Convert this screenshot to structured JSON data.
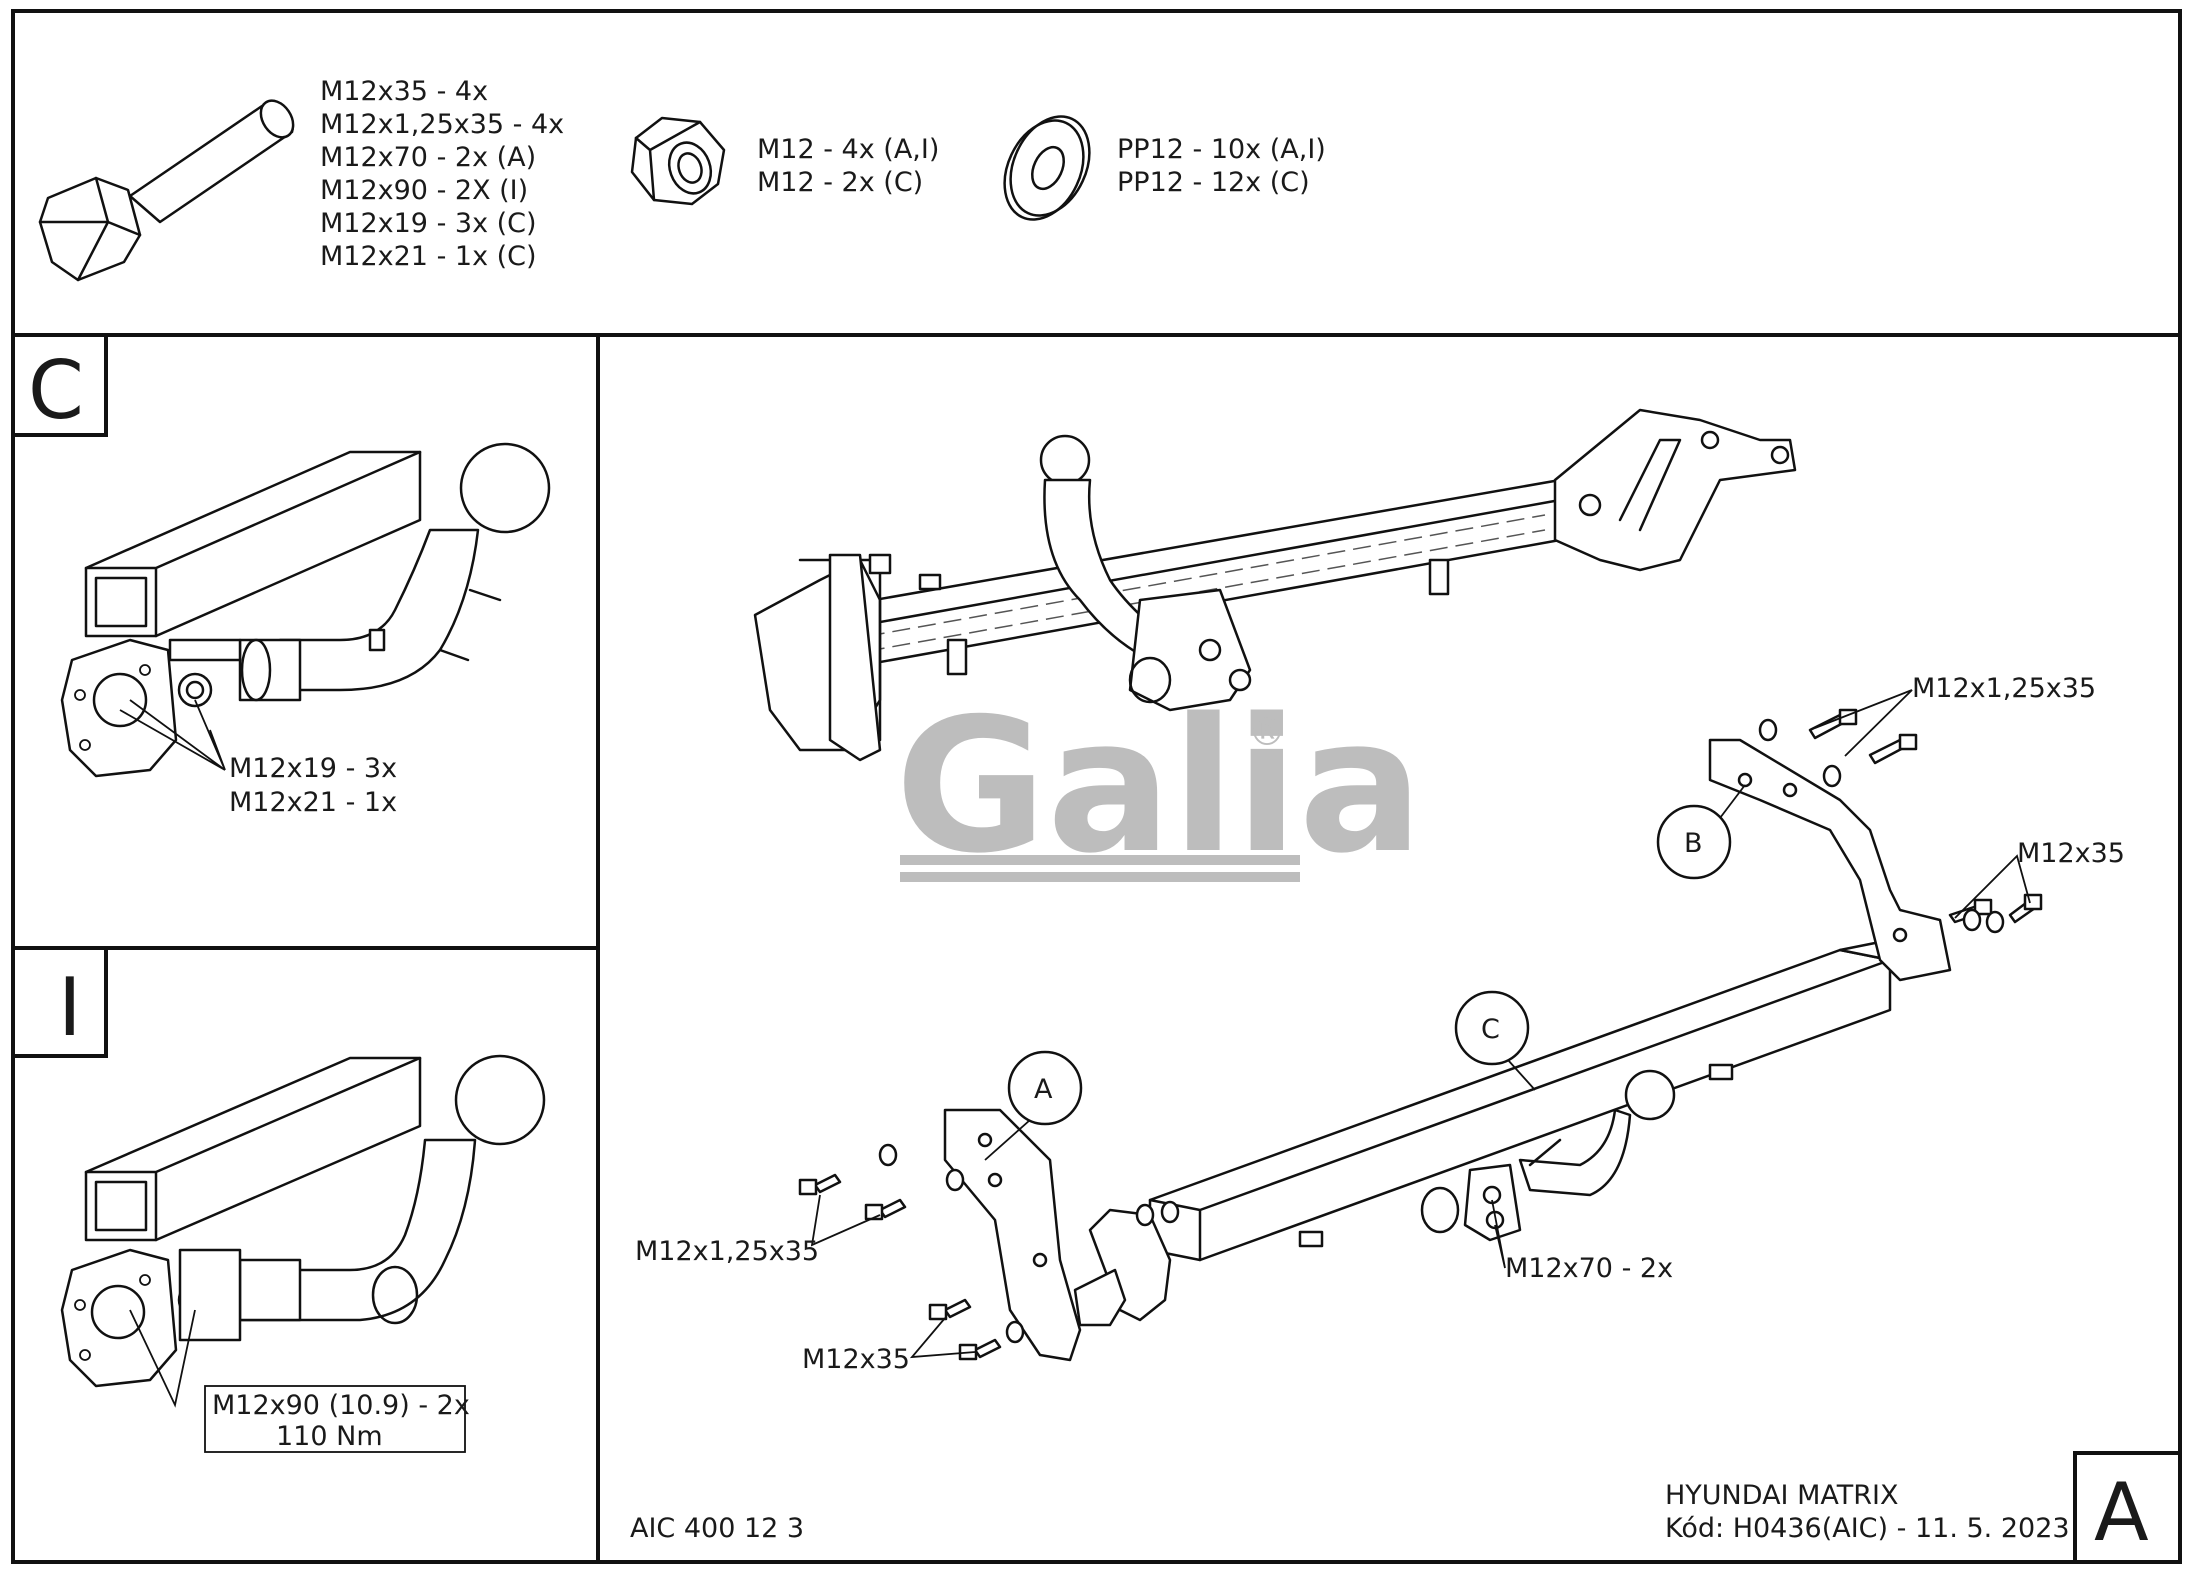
{
  "hardware": {
    "bolt_list": [
      "M12x35 - 4x",
      "M12x1,25x35 - 4x",
      "M12x70 - 2x (A)",
      "M12x90 - 2X (I)",
      "M12x19 - 3x (C)",
      "M12x21 - 1x (C)"
    ],
    "nut_list": [
      "M12 - 4x (A,I)",
      "M12 - 2x (C)"
    ],
    "washer_list": [
      "PP12 - 10x (A,I)",
      "PP12 - 12x (C)"
    ]
  },
  "panel_c": {
    "letter": "C",
    "callout_1": "M12x19 - 3x",
    "callout_2": "M12x21 - 1x"
  },
  "panel_i": {
    "letter": "I",
    "callout_1": "M12x90 (10.9) - 2x",
    "callout_2": "110 Nm"
  },
  "brand": {
    "logo": "Galia",
    "registered": "®"
  },
  "main": {
    "callout_b_bolt": "M12x1,25x35",
    "callout_b_bolt2": "M12x35",
    "callout_a_bolt": "M12x1,25x35",
    "callout_a_bolt2": "M12x35",
    "callout_c_bolt": "M12x70 - 2x",
    "part_a": "A",
    "part_b": "B",
    "part_c": "C"
  },
  "footer": {
    "aic_code": "AIC 400 12 3",
    "vehicle": "HYUNDAI MATRIX",
    "code_date": "Kód: H0436(AIC) - 11. 5. 2023",
    "sheet_letter": "A"
  }
}
